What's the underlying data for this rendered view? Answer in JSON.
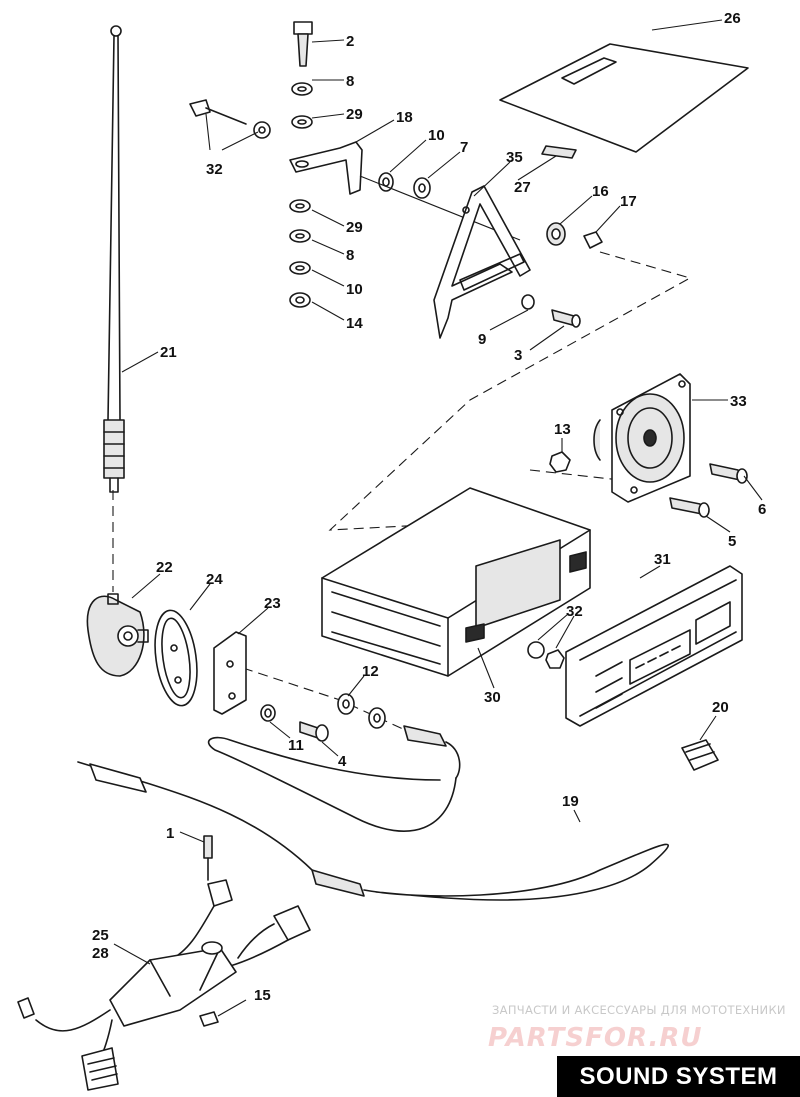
{
  "title": "SOUND SYSTEM",
  "watermark": {
    "text": "ЗАПЧАСТИ И АКСЕССУАРЫ ДЛЯ МОТОТЕХНИКИ",
    "logo": "PARTSFOR.RU"
  },
  "callouts": {
    "c1": "1",
    "c2": "2",
    "c3": "3",
    "c4": "4",
    "c5": "5",
    "c6": "6",
    "c7": "7",
    "c8a": "8",
    "c8b": "8",
    "c9": "9",
    "c10a": "10",
    "c10b": "10",
    "c11": "11",
    "c12": "12",
    "c13": "13",
    "c14": "14",
    "c15": "15",
    "c16": "16",
    "c17": "17",
    "c18": "18",
    "c19": "19",
    "c20": "20",
    "c21": "21",
    "c22": "22",
    "c23": "23",
    "c24": "24",
    "c25": "25",
    "c26": "26",
    "c27": "27",
    "c28": "28",
    "c29a": "29",
    "c29b": "29",
    "c30": "30",
    "c31": "31",
    "c32a": "32",
    "c32b": "32",
    "c33": "33",
    "c35": "35"
  },
  "colors": {
    "ink": "#1a1a1a",
    "watermark_logo": "#f6d0d0",
    "title_bg": "#000000",
    "title_fg": "#ffffff"
  }
}
